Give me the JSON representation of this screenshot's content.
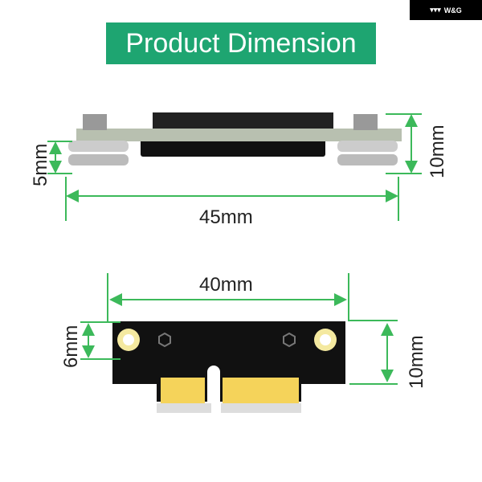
{
  "logo": {
    "text": "W&G"
  },
  "title": "Product Dimension",
  "side_view": {
    "height_small": "5mm",
    "height_total": "10mm",
    "width": "45mm"
  },
  "top_view": {
    "width": "40mm",
    "hole_height": "6mm",
    "height": "10mm"
  },
  "colors": {
    "accent": "#1ea571",
    "dimension_line": "#3cb95a"
  }
}
